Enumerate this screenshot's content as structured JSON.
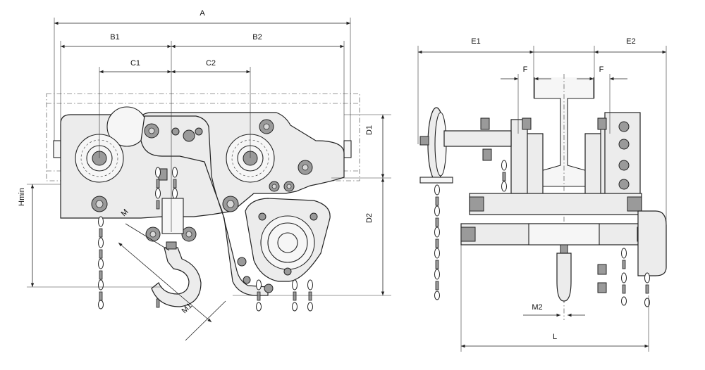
{
  "labels": {
    "A": "A",
    "B1": "B1",
    "B2": "B2",
    "C1": "C1",
    "C2": "C2",
    "D1": "D1",
    "D2": "D2",
    "Hmin": "Hmin",
    "M": "M",
    "M1": "M1",
    "E1": "E1",
    "E2": "E2",
    "F_left": "F",
    "F_right": "F",
    "M2": "M2",
    "L": "L"
  },
  "colors": {
    "line": "#222222",
    "body_fill": "#ececec",
    "bolt_fill": "#9a9a9a",
    "background": "#ffffff"
  }
}
